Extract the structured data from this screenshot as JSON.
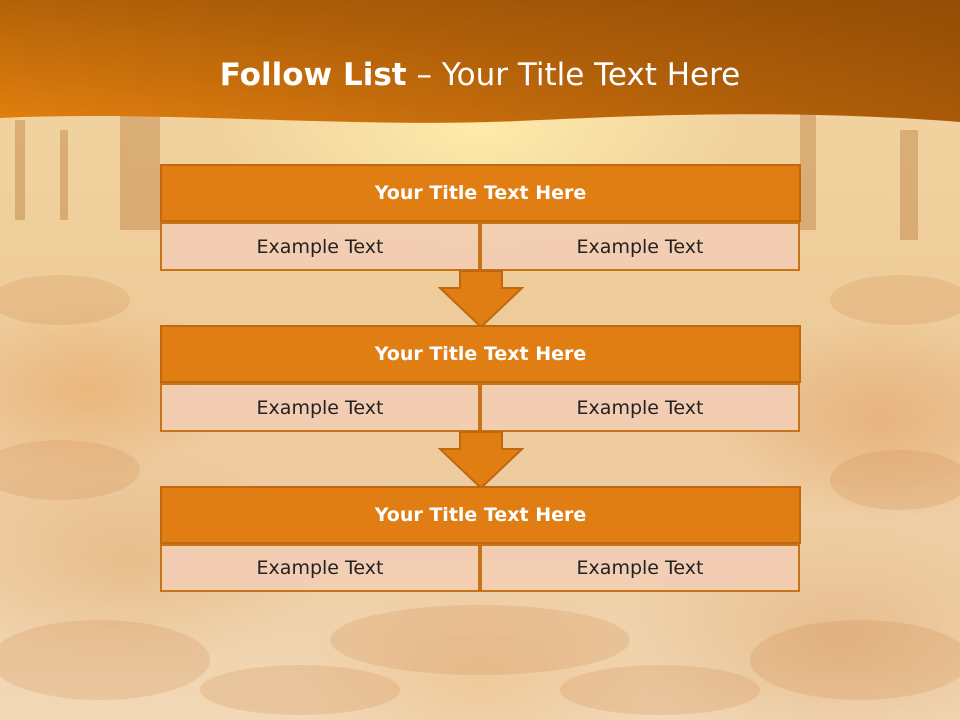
{
  "slide": {
    "title_bold": "Follow List",
    "title_rest": " – Your Title Text Here"
  },
  "colors": {
    "header": "#c86a0a",
    "block_title": "#e07e14",
    "cell_fill": "#f2cdb4",
    "arrow": "#e07e14"
  },
  "flow": [
    {
      "title": "Your Title Text Here",
      "cells": [
        "Example Text",
        "Example Text"
      ]
    },
    {
      "title": "Your Title Text Here",
      "cells": [
        "Example Text",
        "Example Text"
      ]
    },
    {
      "title": "Your Title Text Here",
      "cells": [
        "Example Text",
        "Example Text"
      ]
    }
  ]
}
